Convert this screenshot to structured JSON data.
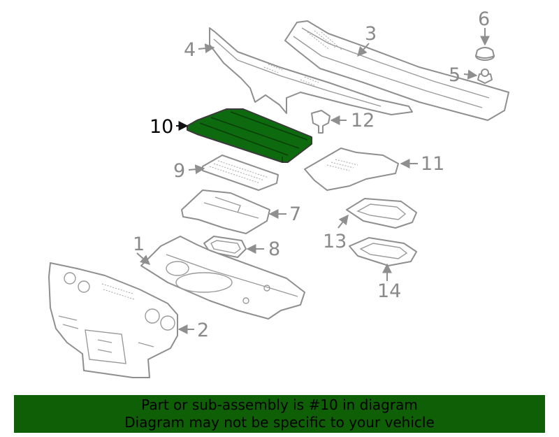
{
  "diagram": {
    "callouts": {
      "c1": "1",
      "c2": "2",
      "c3": "3",
      "c4": "4",
      "c5": "5",
      "c6": "6",
      "c7": "7",
      "c8": "8",
      "c9": "9",
      "c10": "10",
      "c11": "11",
      "c12": "12",
      "c13": "13",
      "c14": "14"
    },
    "highlighted_part": "10",
    "colors": {
      "highlight": "#0e6a0e",
      "outline": "#8f8f8f",
      "banner": "#0e5f06"
    }
  },
  "banner": {
    "line1": "Part or sub-assembly is #10 in diagram",
    "line2": "Diagram may not be specific to your vehicle"
  }
}
